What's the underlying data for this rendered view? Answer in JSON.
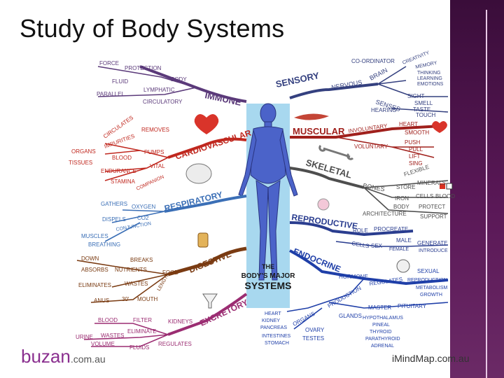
{
  "title": "Study of Body Systems",
  "center_label": [
    "THE",
    "BODY'S MAJOR",
    "SYSTEMS"
  ],
  "brand": {
    "name": "buzan",
    "domain": ".com.au"
  },
  "website": "iMindMap.com.au",
  "colors": {
    "accent_bar": "#4a1247",
    "brand": "#8a2f8f",
    "figure": "#4b63c9"
  },
  "branches": {
    "immune": {
      "label": "IMMUNE",
      "color": "#5b3a7a",
      "words": [
        "FORCE",
        "PROTECTION",
        "BODY",
        "FLUID",
        "LYMPHATIC",
        "PARALLEL",
        "CIRCULATORY"
      ]
    },
    "cardiovascular": {
      "label": "CARDIOVASCULAR",
      "color": "#c0281f",
      "words": [
        "CIRCULATES",
        "IMPURITIES",
        "REMOVES",
        "ORGANS",
        "TISSUES",
        "BLOOD",
        "PUMPS",
        "ENDURANCE",
        "VITAL",
        "STAMINA",
        "COMPANION"
      ]
    },
    "respiratory": {
      "label": "RESPIRATORY",
      "color": "#3b6fb6",
      "words": [
        "GATHERS",
        "OXYGEN",
        "DISPELS",
        "CO2",
        "CONJUNCTION",
        "MUSCLES",
        "BREATHING"
      ]
    },
    "digestive": {
      "label": "DIGESTIVE",
      "color": "#7a3b12",
      "words": [
        "DOWN",
        "BREAKS",
        "ABSORBS",
        "NUTRIENTS",
        "FOOD",
        "ELIMINATES",
        "WASTES",
        "ANUS",
        "30'",
        "MOUTH",
        "LENGTH"
      ]
    },
    "excretory": {
      "label": "EXCRETORY",
      "color": "#9b2d72",
      "words": [
        "BLOOD",
        "FILTER",
        "KIDNEYS",
        "URINE",
        "WASTES",
        "ELIMINATE",
        "VOLUME",
        "FLUIDS",
        "REGULATES"
      ]
    },
    "sensory": {
      "label": "SENSORY",
      "color": "#34407f",
      "words": [
        "CO-ORDINATOR",
        "CREATIVITY",
        "MEMORY",
        "THINKING",
        "LEARNING",
        "EMOTIONS",
        "NERVOUS",
        "BRAIN",
        "SENSES",
        "SIGHT",
        "SMELL",
        "TASTE",
        "TOUCH",
        "HEARING"
      ]
    },
    "muscular": {
      "label": "MUSCULAR",
      "color": "#a0201c",
      "words": [
        "INVOLUNTARY",
        "HEART",
        "SMOOTH",
        "VOLUNTARY",
        "PUSH",
        "PULL",
        "LIFT",
        "SING"
      ]
    },
    "skeletal": {
      "label": "SKELETAL",
      "color": "#4e4e4e",
      "words": [
        "BONES",
        "FLEXIBLE",
        "STORE",
        "MINERALS",
        "IRON",
        "CELLS",
        "BLOOD",
        "BODY",
        "PROTECT",
        "ARCHITECTURE",
        "SUPPORT"
      ]
    },
    "reproductive": {
      "label": "REPRODUCTIVE",
      "color": "#2a3d8f",
      "words": [
        "ROLE",
        "PROCREATE",
        "CELLS",
        "SEX",
        "MALE",
        "FEMALE",
        "GENERATE",
        "INTRODUCE"
      ]
    },
    "endocrine": {
      "label": "ENDOCRINE",
      "color": "#1f3fa8",
      "words": [
        "HORMONE",
        "REGULATES",
        "SEXUAL",
        "REPRODUCTION",
        "METABOLISM",
        "GROWTH",
        "PRODUCTION",
        "GLANDS",
        "MASTER",
        "PITUITARY",
        "HYPOTHALAMUS",
        "PINEAL",
        "THYROID",
        "PARATHYROID",
        "ADRENAL",
        "ORGANS",
        "HEART",
        "KIDNEY",
        "PANCREAS",
        "INTESTINES",
        "STOMACH",
        "OVARY",
        "TESTES"
      ]
    }
  }
}
